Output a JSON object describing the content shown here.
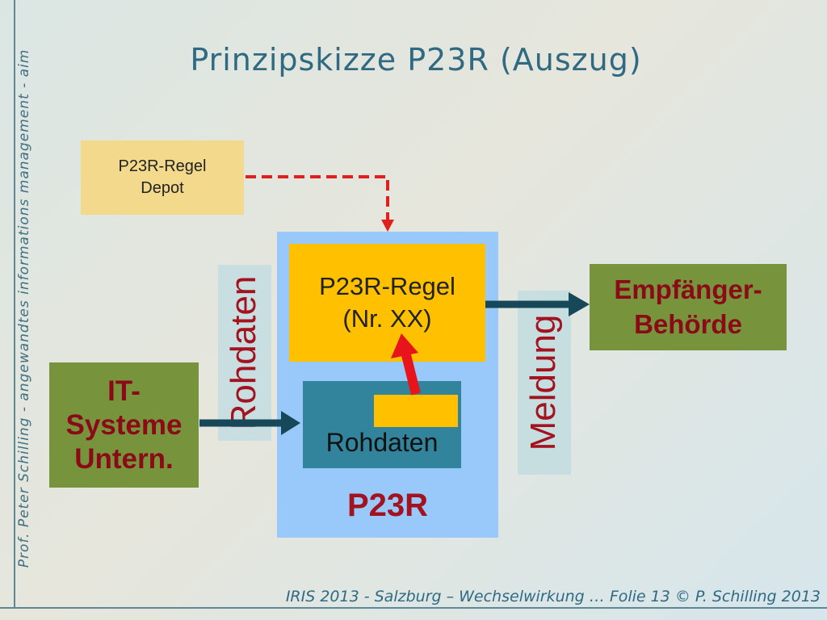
{
  "slide": {
    "title": "Prinzipskizze P23R (Auszug)",
    "sidebar_text": "Prof. Peter Schilling - angewandtes informations management - aim",
    "footer": "IRIS 2013 - Salzburg – Wechselwirkung … Folie 13 © P. Schilling 2013"
  },
  "diagram": {
    "depot": {
      "line1": "P23R-Regel",
      "line2": "Depot"
    },
    "rule": {
      "line1": "P23R-Regel",
      "line2": "(Nr. XX)"
    },
    "raw_inner_label": "Rohdaten",
    "container_label": "P23R",
    "raw_vertical_label": "Rohdaten",
    "message_vertical_label": "Meldung",
    "it_systems": {
      "line1": "IT-",
      "line2": "Systeme",
      "line3": "Untern."
    },
    "recipient": {
      "line1": "Empfänger-",
      "line2": "Behörde"
    }
  },
  "colors": {
    "title_blue": "#2f6a82",
    "dark_red": "#a3121f",
    "gold": "#ffc000",
    "olive_green": "#77933c",
    "light_blue": "#99c9fa",
    "teal": "#31849b",
    "dashed_arrow_red": "#e0201c"
  }
}
